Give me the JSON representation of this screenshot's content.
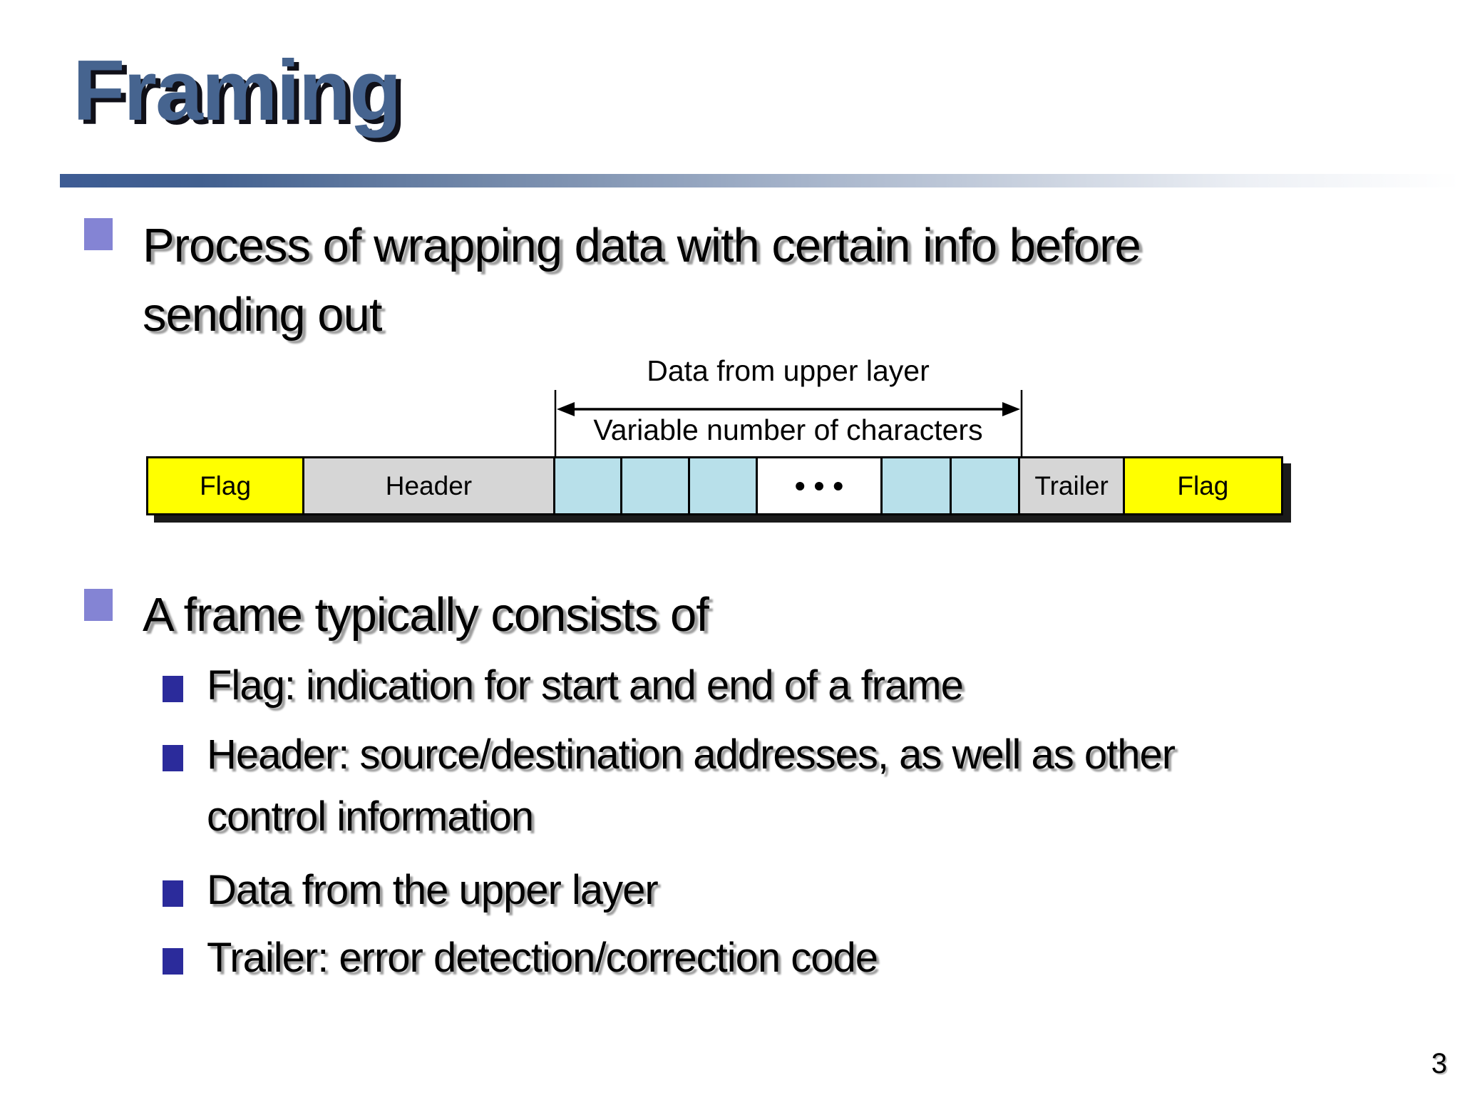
{
  "colors": {
    "title_blue": "#46648F",
    "title_shadow": "#101018",
    "bar_start": "#3D5C94",
    "bullet_main": "#8484D4",
    "bullet_sub": "#2B2B9B",
    "flag_bg": "#FFFF00",
    "header_bg": "#D6D6D6",
    "data_bg": "#B8E0EA",
    "dots_bg": "#FFFFFF",
    "box_shadow": "#1B1B1B",
    "text_shadow": "#9E9E9E"
  },
  "header": {
    "title": "Framing"
  },
  "bullets": {
    "b1": "Process of wrapping data with certain info before\nsending out",
    "b2": "A frame typically consists of"
  },
  "sub_bullets": [
    "Flag: indication for start and end of a frame",
    "Header: source/destination addresses, as well as other\ncontrol information",
    "Data from the upper layer",
    "Trailer: error detection/correction code"
  ],
  "diagram": {
    "label_top": "Data from upper layer",
    "label_bottom": "Variable number of characters",
    "cells": [
      {
        "label": "Flag",
        "kind": "flag",
        "width": 13.79
      },
      {
        "label": "Header",
        "kind": "header",
        "width": 22.13
      },
      {
        "label": "",
        "kind": "data",
        "width": 5.96
      },
      {
        "label": "",
        "kind": "data",
        "width": 5.96
      },
      {
        "label": "",
        "kind": "data",
        "width": 5.96
      },
      {
        "label": "•••",
        "kind": "dots",
        "width": 11.03
      },
      {
        "label": "",
        "kind": "data",
        "width": 6.08
      },
      {
        "label": "",
        "kind": "data",
        "width": 6.08
      },
      {
        "label": "Trailer",
        "kind": "trailer",
        "width": 9.22
      },
      {
        "label": "Flag",
        "kind": "flag",
        "width": 13.79
      }
    ]
  },
  "footer": {
    "page_number": "3"
  }
}
